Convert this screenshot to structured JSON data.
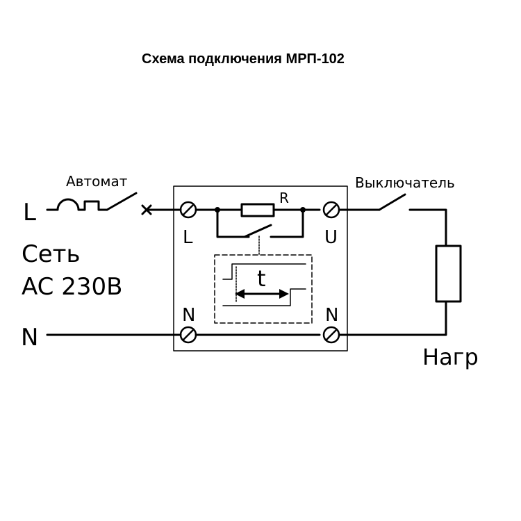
{
  "title": "Схема подключения МРП-102",
  "labels": {
    "line_in": "L",
    "neutral_in": "N",
    "breaker": "Автомат",
    "network_line1": "Сеть",
    "network_line2": "AC 230B",
    "resistor": "R",
    "terminal_L": "L",
    "terminal_U": "U",
    "terminal_N_left": "N",
    "terminal_N_right": "N",
    "timing": "t",
    "switch": "Выключатель",
    "load": "Нагр"
  },
  "colors": {
    "stroke": "#000000",
    "background": "#ffffff"
  }
}
